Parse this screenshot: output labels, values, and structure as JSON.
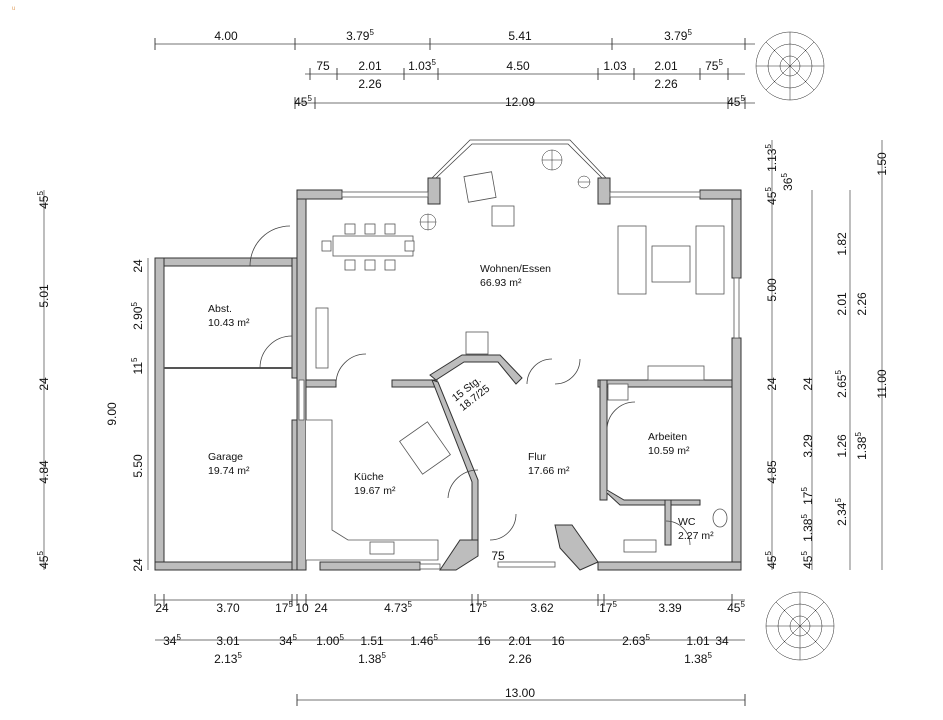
{
  "logo_text": [
    "u",
    "",
    ""
  ],
  "rooms": [
    {
      "name": "Wohnen/Essen",
      "area": "66.93 m²"
    },
    {
      "name": "Abst.",
      "area": "10.43 m²"
    },
    {
      "name": "Garage",
      "area": "19.74 m²"
    },
    {
      "name": "Küche",
      "area": "19.67 m²"
    },
    {
      "name": "Flur",
      "area": "17.66 m²"
    },
    {
      "name": "Arbeiten",
      "area": "10.59 m²"
    },
    {
      "name": "WC",
      "area": "2.27 m²"
    }
  ],
  "stairs": {
    "line1": "15 Stg.",
    "line2": "18.7/25"
  },
  "top_dims": {
    "row1": [
      {
        "v": "4.00"
      },
      {
        "v": "3.79",
        "s": "5"
      },
      {
        "v": "5.41"
      },
      {
        "v": "3.79",
        "s": "5"
      }
    ],
    "row2": [
      {
        "v": "75"
      },
      {
        "v": "2.01"
      },
      {
        "v": "1.03",
        "s": "5"
      },
      {
        "v": "4.50"
      },
      {
        "v": "1.03"
      },
      {
        "v": "2.01"
      },
      {
        "v": "75",
        "s": "5"
      }
    ],
    "row2b": [
      {
        "v": "2.26"
      },
      {
        "v": "2.26"
      }
    ],
    "row3": [
      {
        "v": "45",
        "s": "5"
      },
      {
        "v": "12.09"
      },
      {
        "v": "45",
        "s": "5"
      }
    ]
  },
  "bottom_dims": {
    "row1": [
      {
        "v": "24"
      },
      {
        "v": "3.70"
      },
      {
        "v": "17",
        "s": "5"
      },
      {
        "v": "10"
      },
      {
        "v": "24"
      },
      {
        "v": "4.73",
        "s": "5"
      },
      {
        "v": "17",
        "s": "5"
      },
      {
        "v": "3.62"
      },
      {
        "v": "17",
        "s": "5"
      },
      {
        "v": "3.39"
      },
      {
        "v": "45",
        "s": "5"
      }
    ],
    "row2": [
      {
        "v": "34",
        "s": "5"
      },
      {
        "v": "3.01"
      },
      {
        "v": "34",
        "s": "5"
      },
      {
        "v": "1.00",
        "s": "5"
      },
      {
        "v": "1.51"
      },
      {
        "v": "1.46",
        "s": "5"
      },
      {
        "v": "16"
      },
      {
        "v": "2.01"
      },
      {
        "v": "16"
      },
      {
        "v": "2.63",
        "s": "5"
      },
      {
        "v": "1.01"
      },
      {
        "v": "34"
      }
    ],
    "row2b": [
      {
        "v": "2.13",
        "s": "5"
      },
      {
        "v": "1.38",
        "s": "5"
      },
      {
        "v": "2.26"
      },
      {
        "v": "1.38",
        "s": "5"
      }
    ],
    "door": "75",
    "total": "13.00"
  },
  "left_dims": {
    "outer": [
      {
        "v": "45",
        "s": "5"
      },
      {
        "v": "5.01"
      },
      {
        "v": "24"
      },
      {
        "v": "4.84"
      },
      {
        "v": "45",
        "s": "5"
      }
    ],
    "total": "9.00",
    "inner": [
      {
        "v": "24"
      },
      {
        "v": "2.90",
        "s": "5"
      },
      {
        "v": "11",
        "s": "5"
      },
      {
        "v": "5.50"
      },
      {
        "v": "24"
      }
    ]
  },
  "right_dims": {
    "col1": [
      {
        "v": "45",
        "s": "5"
      },
      {
        "v": "5.00"
      },
      {
        "v": "24"
      },
      {
        "v": "4.85"
      },
      {
        "v": "45",
        "s": "5"
      }
    ],
    "col1_top": [
      {
        "v": "1.13",
        "s": "5"
      },
      {
        "v": "36",
        "s": "5"
      }
    ],
    "col2": [
      {
        "v": "1.82"
      },
      {
        "v": "2.01"
      },
      {
        "v": "24"
      },
      {
        "v": "3.29"
      },
      {
        "v": "1.38",
        "s": "5"
      },
      {
        "v": "45",
        "s": "5"
      },
      {
        "v": "17",
        "s": "5"
      }
    ],
    "col3": [
      {
        "v": "2.26"
      },
      {
        "v": "2.65",
        "s": "5"
      },
      {
        "v": "1.26"
      },
      {
        "v": "1.38",
        "s": "5"
      },
      {
        "v": "2.34",
        "s": "5"
      }
    ],
    "col4": [
      {
        "v": "1.50"
      },
      {
        "v": "11.00"
      }
    ]
  }
}
